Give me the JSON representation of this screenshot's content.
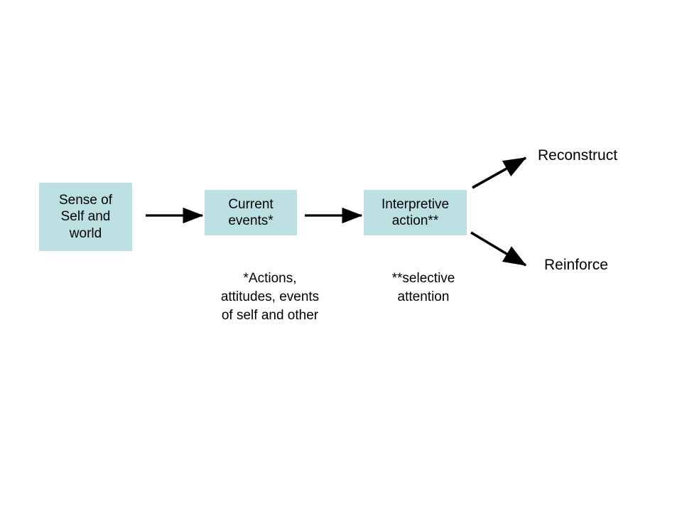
{
  "diagram": {
    "background_color": "#ffffff",
    "box_fill_color": "#bce0e2",
    "line_color": "#000000",
    "nodes": [
      {
        "id": "sense",
        "label": "Sense of\nSelf and\nworld"
      },
      {
        "id": "events",
        "label": "Current\nevents*"
      },
      {
        "id": "interp",
        "label": "Interpretive\naction**"
      }
    ],
    "outcomes": [
      {
        "id": "reconstruct",
        "label": "Reconstruct"
      },
      {
        "id": "reinforce",
        "label": "Reinforce"
      }
    ],
    "footnotes": [
      {
        "id": "actions",
        "marker": "*",
        "label": "*Actions,\nattitudes, events\nof self and other"
      },
      {
        "id": "selective",
        "marker": "**",
        "label": "**selective\nattention"
      }
    ],
    "connectors": [
      {
        "id": "sense-to-events",
        "from": "sense",
        "to": "events",
        "style": "straight-arrow-right"
      },
      {
        "id": "events-to-interp",
        "from": "events",
        "to": "interp",
        "style": "straight-arrow-right"
      },
      {
        "id": "interp-to-reconstruct",
        "from": "interp",
        "to": "reconstruct",
        "style": "diagonal-arrow-up-right"
      },
      {
        "id": "interp-to-reinforce",
        "from": "interp",
        "to": "reinforce",
        "style": "diagonal-arrow-down-right"
      }
    ]
  }
}
